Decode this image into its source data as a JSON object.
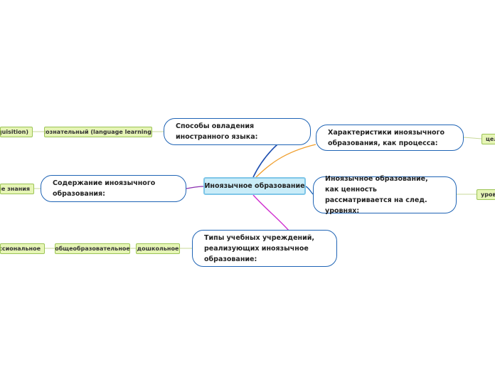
{
  "central": {
    "label": "Иноязычное образование"
  },
  "topics": {
    "methods": {
      "label": "Способы овладения иностранного языка:"
    },
    "characteristics": {
      "label": "Характеристики иноязычного образования, как процесса:"
    },
    "content": {
      "label": "Содержание иноязычного образования:"
    },
    "value": {
      "label": "Иноязычное образование, как ценность рассматривается на след. уровнях:"
    },
    "institutions": {
      "label": "Типы учебных учреждений, реализующих иноязычное образование:"
    }
  },
  "leaves": {
    "acquisition": "cquisition)",
    "conscious": "сознательный (language learning)",
    "knowledge": "ые знания",
    "professional": "ессиональное",
    "general": "общеобразовательное",
    "preschool": "дошкольное",
    "goal": "цел",
    "levels": "уров"
  },
  "colors": {
    "topic_border": "#1f64b5",
    "central_fill": "#c9ecf8",
    "central_border": "#7fc6e8",
    "leaf_fill": "#e6f5b6",
    "leaf_border": "#9cc456",
    "link_methods": "#1f4fb0",
    "link_characteristics": "#f0a030",
    "link_content": "#8a2fb0",
    "link_value": "#1f64b5",
    "link_institutions": "#d030d0",
    "leaf_link": "#c8d89a"
  }
}
